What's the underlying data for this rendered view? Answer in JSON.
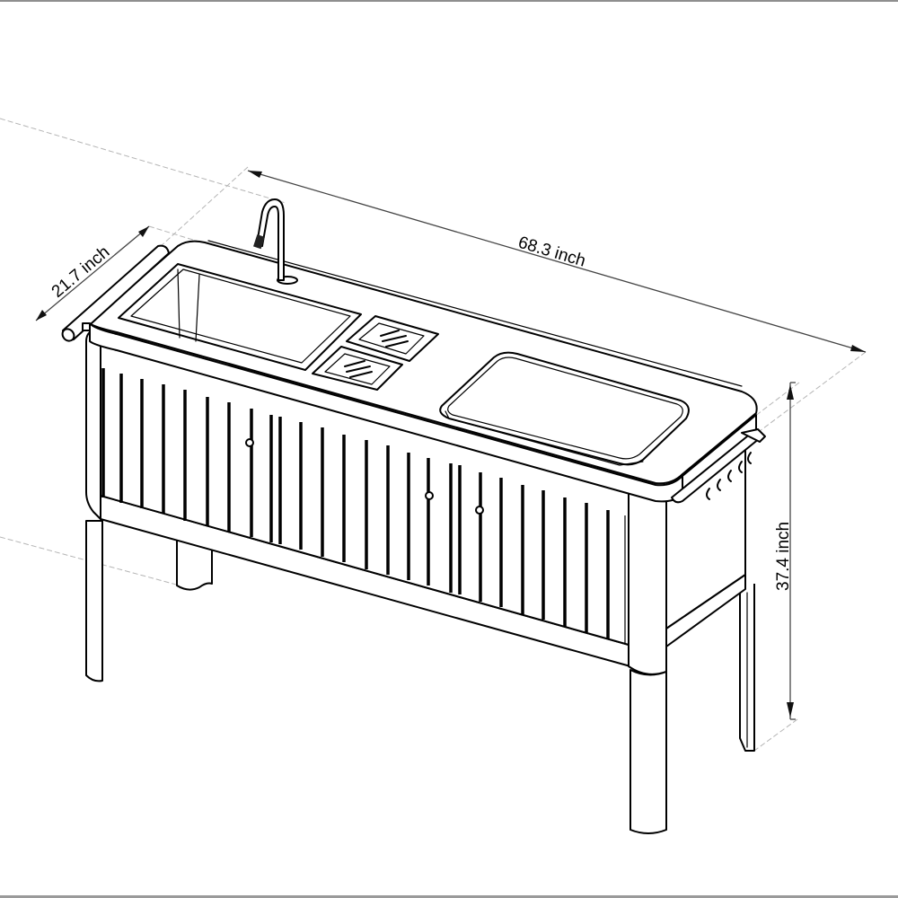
{
  "drawing": {
    "subject": "outdoor-kitchen-sink-cabinet",
    "line_color": "#000000",
    "extension_line_color": "#b5b5b5",
    "background": "#ffffff",
    "frame_color": "#8f8f8f"
  },
  "dimensions": {
    "width": {
      "label": "68.3 inch",
      "value": 68.3,
      "unit": "inch"
    },
    "depth": {
      "label": "21.7 inch",
      "value": 21.7,
      "unit": "inch"
    },
    "height": {
      "label": "37.4 inch",
      "value": 37.4,
      "unit": "inch"
    }
  },
  "components": {
    "faucet": "gooseneck-faucet",
    "sink": "rectangular-sink-basin",
    "bins": [
      "small-bin-upper",
      "small-bin-lower"
    ],
    "cutting_board": "rounded-cover-panel",
    "towel_bar": "left-towel-bar",
    "hook_rail": {
      "name": "right-hook-rail",
      "hook_count": 5
    },
    "door_knobs": 3,
    "legs": 4
  }
}
